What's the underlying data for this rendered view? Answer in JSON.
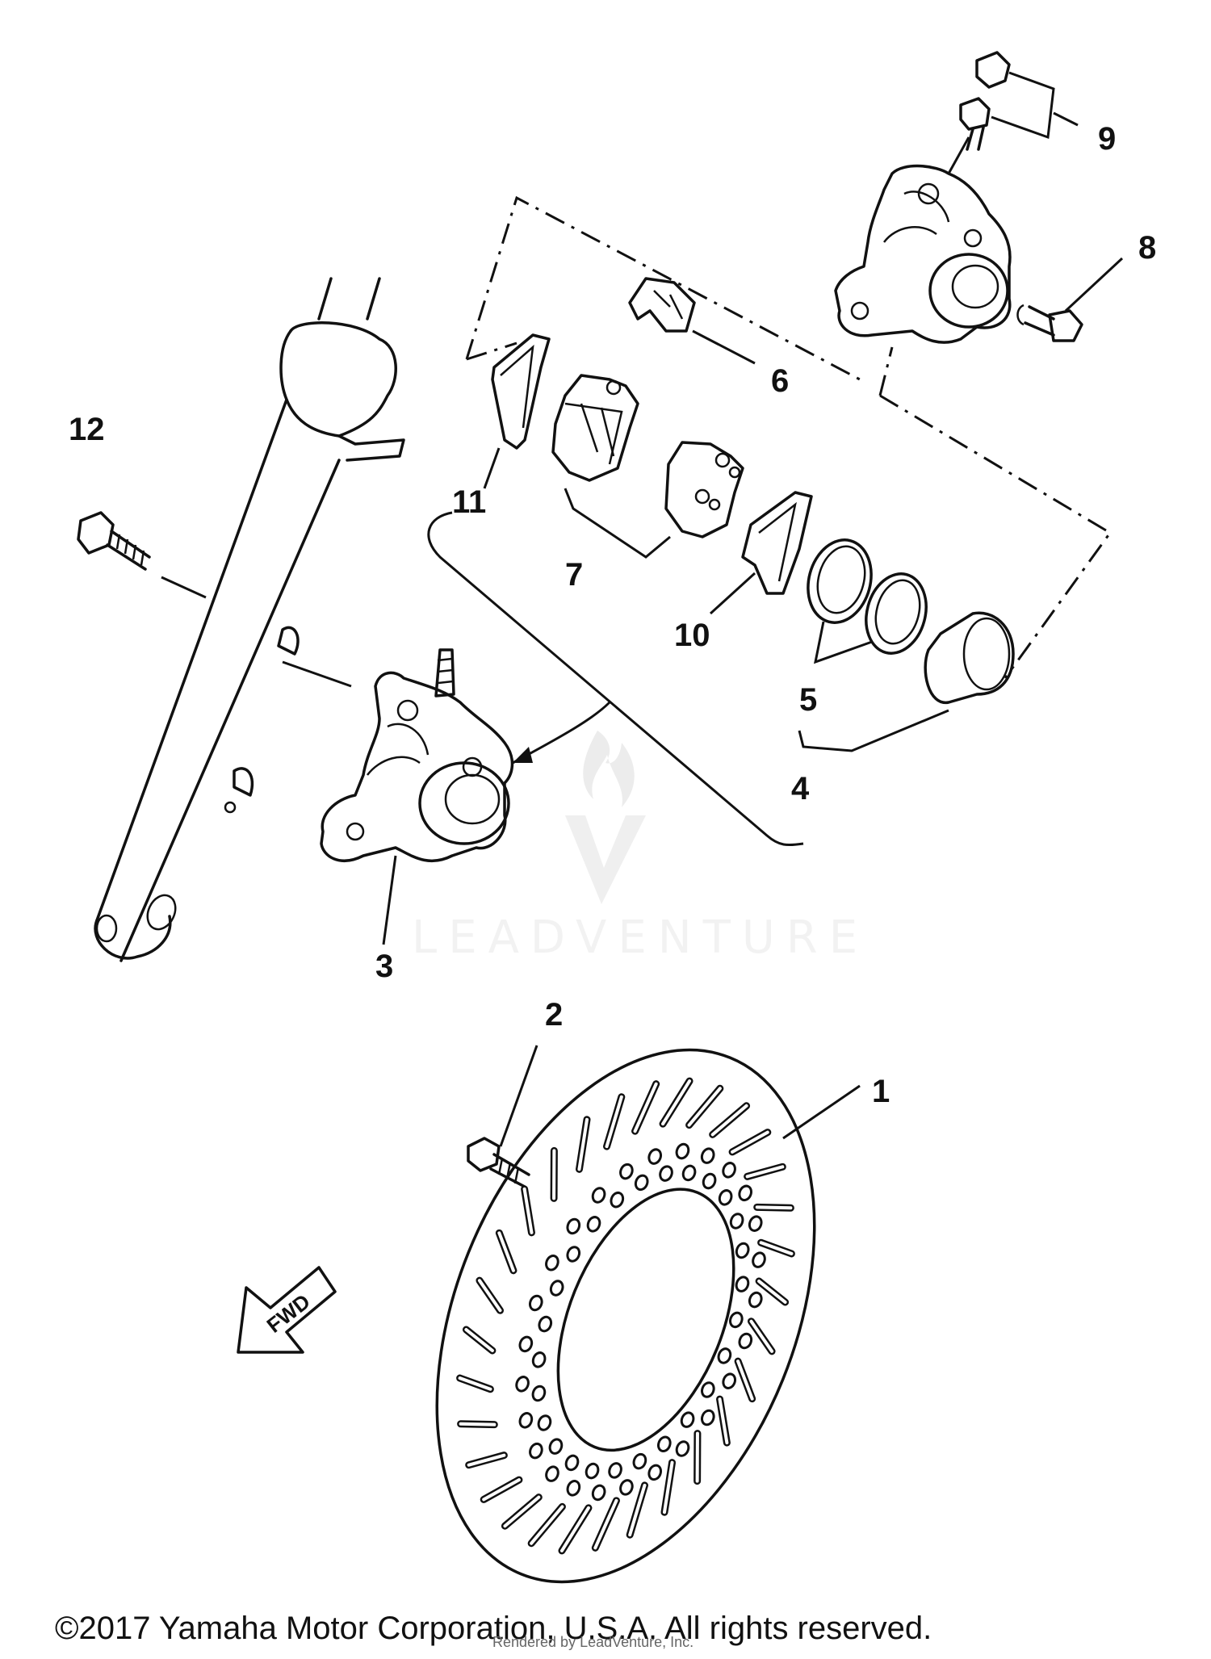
{
  "callouts": {
    "c1": "1",
    "c2": "2",
    "c3": "3",
    "c4": "4",
    "c5": "5",
    "c6": "6",
    "c7": "7",
    "c8": "8",
    "c9": "9",
    "c10": "10",
    "c11": "11",
    "c12": "12"
  },
  "fwd_arrow": {
    "label": "FWD"
  },
  "watermark": {
    "brand": "LEADVENTURE"
  },
  "footer": {
    "copyright": "©2017 Yamaha Motor Corporation, U.S.A. All rights reserved.",
    "rendered_by": "Rendered by LeadVenture, Inc."
  }
}
